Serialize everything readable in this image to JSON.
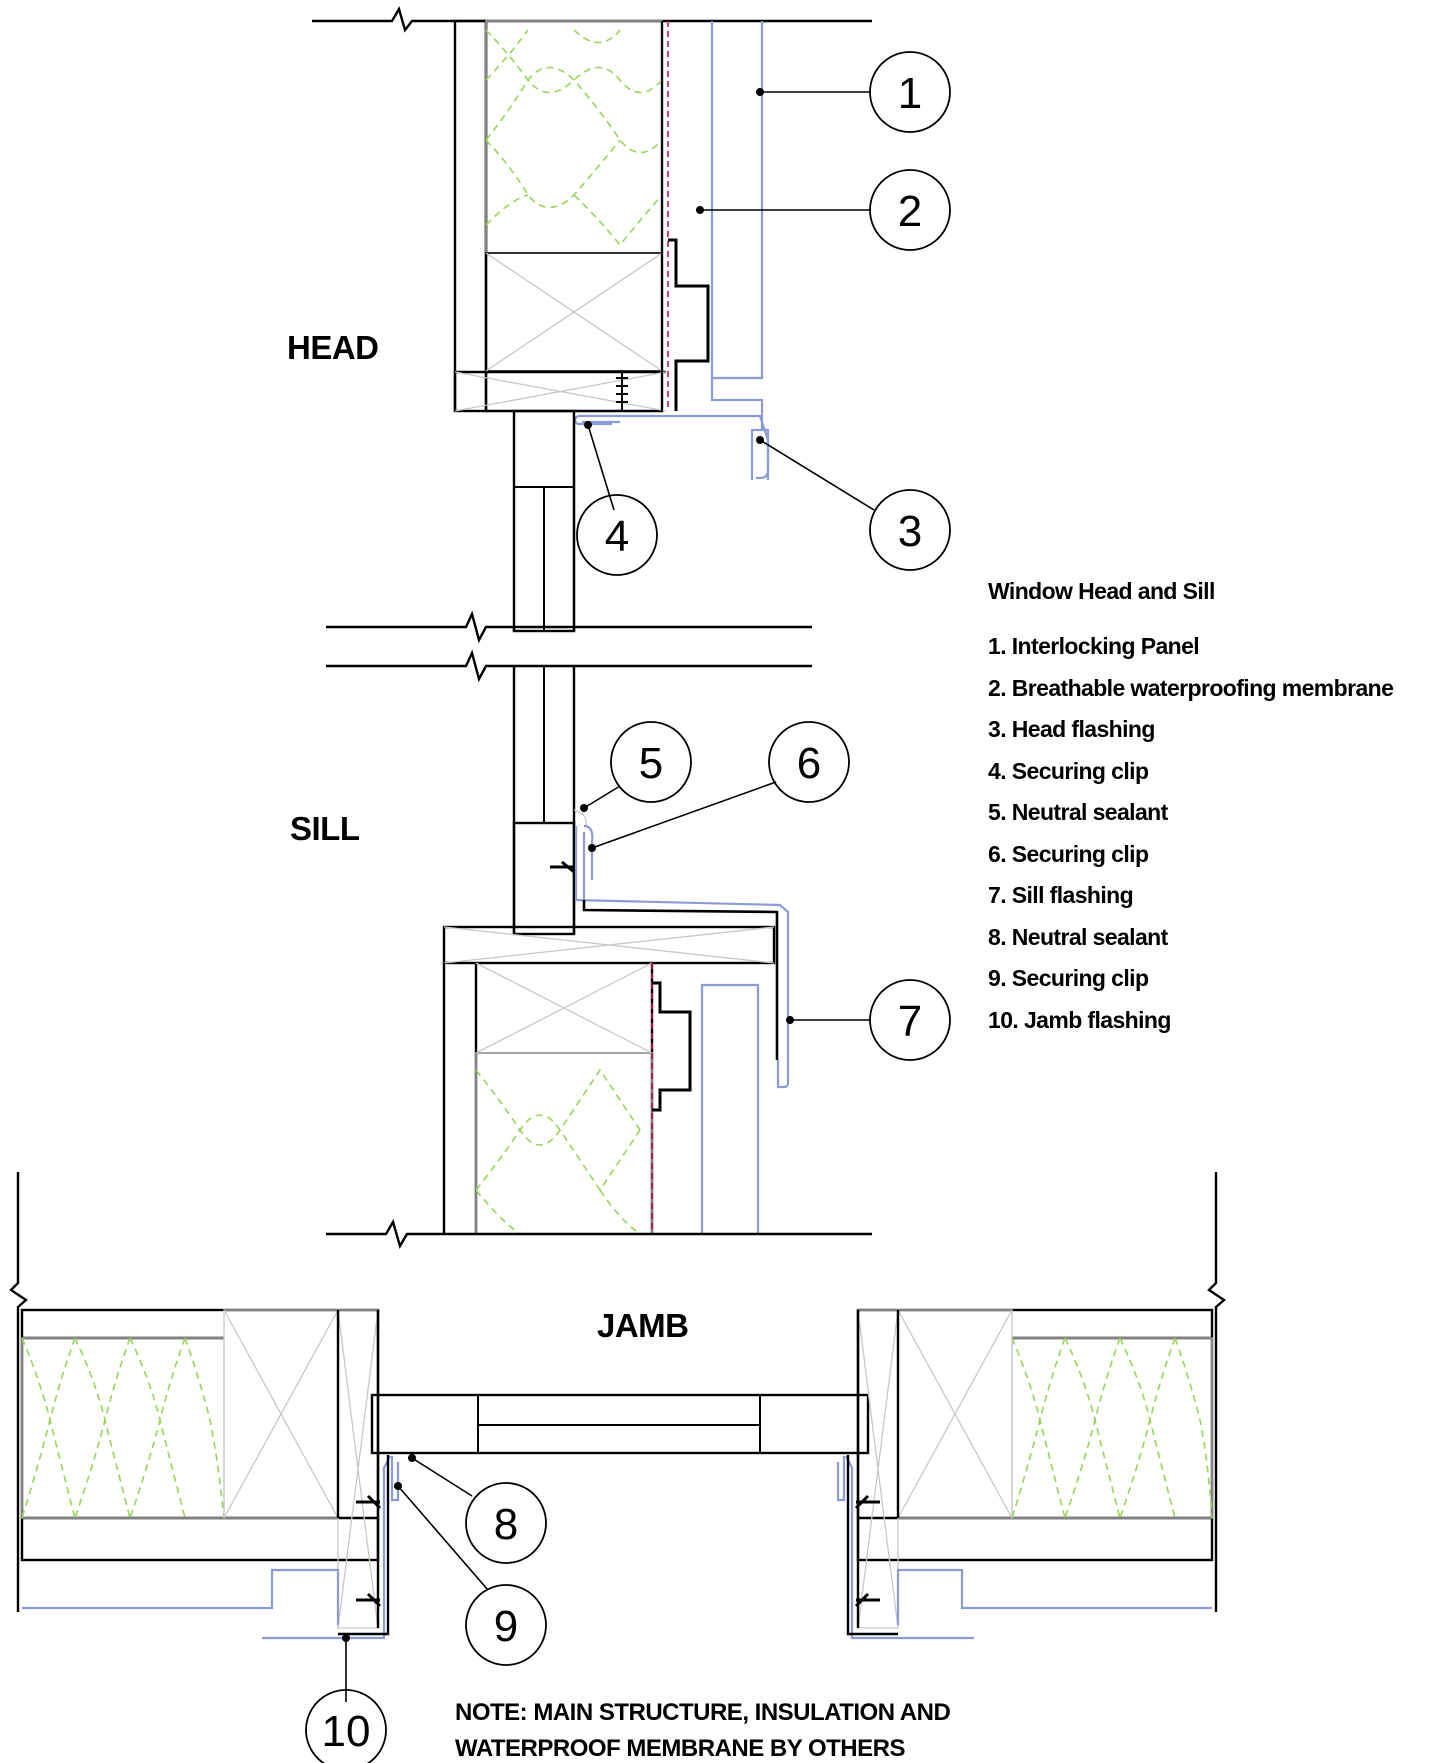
{
  "legend": {
    "title": "Window Head and Sill",
    "items": [
      "1. Interlocking Panel",
      "2. Breathable waterproofing membrane",
      "3. Head flashing",
      "4. Securing clip",
      "5. Neutral sealant",
      "6. Securing clip",
      "7. Sill flashing",
      "8. Neutral sealant",
      "9. Securing clip",
      "10. Jamb flashing"
    ]
  },
  "sections": {
    "head": "HEAD",
    "sill": "SILL",
    "jamb": "JAMB"
  },
  "callouts": [
    "1",
    "2",
    "3",
    "4",
    "5",
    "6",
    "7",
    "8",
    "9",
    "10"
  ],
  "note": {
    "line1": "NOTE: MAIN STRUCTURE, INSULATION AND",
    "line2": "WATERPROOF MEMBRANE BY OTHERS"
  },
  "colors": {
    "line": "#000000",
    "insulation": "#9bd35a",
    "flashing": "#8b9bd6",
    "membrane": "#c2185b",
    "timber": "#c8c8c8"
  }
}
